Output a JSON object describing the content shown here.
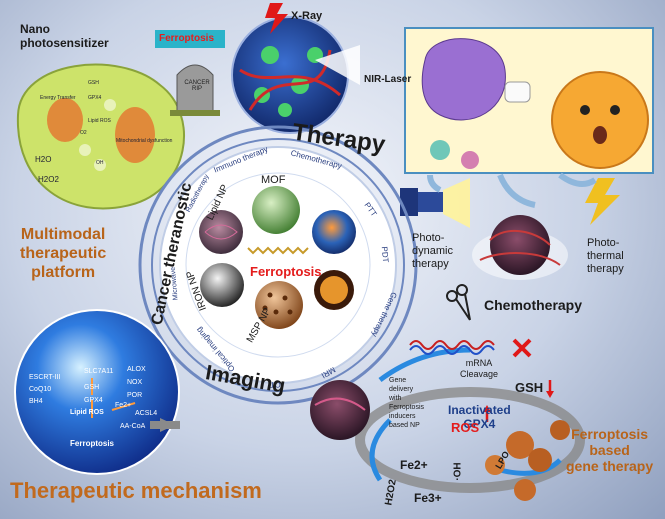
{
  "corner": {
    "nano_photosensitizer": [
      "Nano",
      "photosensitizer"
    ],
    "ferroptosis_flag": "Ferroptosis",
    "tombstone": "CANCER RIP",
    "cell_labels": [
      "Energy Transfer",
      "GSH",
      "GPX4",
      "Lipid ROS",
      "Mitochondrial dysfunction",
      "H2O",
      "H2O2",
      "O2",
      "OH"
    ]
  },
  "therapy": {
    "xray": "X-Ray",
    "nir": "NIR-Laser",
    "title": "Therapy"
  },
  "ring": {
    "outer_labels": [
      "Radiotherapy",
      "Immuno therapy",
      "Chemotherapy",
      "PTT",
      "PDT",
      "Gene therapy",
      "MRI",
      "CT",
      "Optical imaging",
      "Microwave"
    ],
    "left_arc": "Cancer theranostic",
    "bottom_title": "Imaging",
    "inner": [
      "Lipid NP",
      "MOF",
      "IRON NP",
      "MSP NP"
    ],
    "center": "Ferroptosis"
  },
  "left": {
    "multimodal": [
      "Multimodal",
      "therapeutic",
      "platform"
    ]
  },
  "mechanism": {
    "labels": [
      "SLC7A11",
      "GSH",
      "GPX4",
      "Lipid ROS",
      "Ferroptosis",
      "ESCRT-III",
      "CoQ10",
      "BH4",
      "ALOX",
      "NOX",
      "POR",
      "Fe2+",
      "ACSL4",
      "AA-CoA"
    ],
    "title": "Therapeutic mechanism"
  },
  "right": {
    "photodynamic": [
      "Photo-",
      "dynamic",
      "therapy"
    ],
    "photothermal": [
      "Photo-",
      "thermal",
      "therapy"
    ],
    "chemotherapy": "Chemotherapy"
  },
  "gene": {
    "mrna": [
      "mRNA",
      "Cleavage"
    ],
    "gsh": "GSH",
    "inactivated": [
      "Inactivated",
      "GPX4"
    ],
    "ros": "ROS",
    "gene_delivery": [
      "Gene",
      "delivery",
      "with",
      "Ferroptosis",
      "inducers",
      "based NP"
    ],
    "lpo": "LPO",
    "fe2": "Fe2+",
    "fe3": "Fe3+",
    "h2o2": "H2O2",
    "oh": "·OH",
    "ferroptosis_gene": [
      "Ferroptosis",
      "based",
      "gene therapy"
    ]
  }
}
